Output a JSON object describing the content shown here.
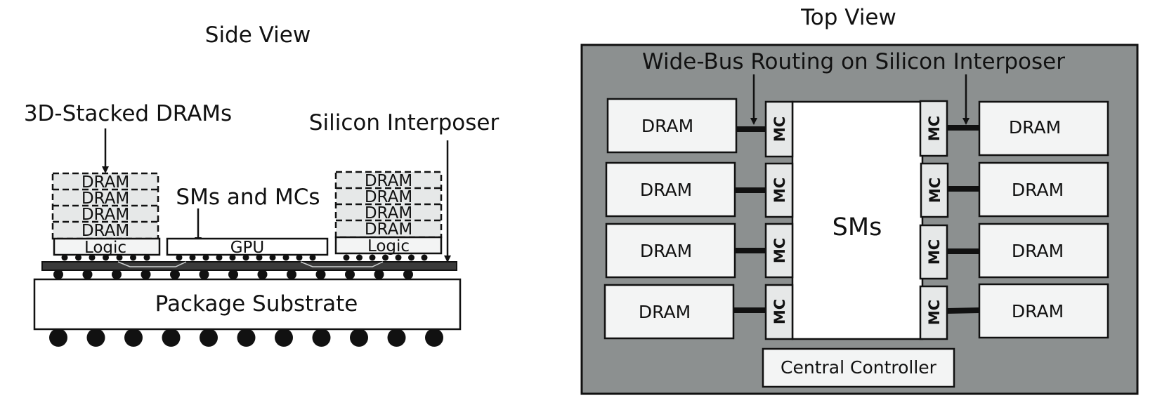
{
  "side_view": {
    "title": "Side View",
    "dram_stack_label": "3D-Stacked DRAMs",
    "interposer_label": "Silicon Interposer",
    "gpu_callout": "SMs and MCs",
    "dram_layer": "DRAM",
    "logic_label": "Logic",
    "gpu_label": "GPU",
    "substrate_label": "Package Substrate"
  },
  "top_view": {
    "title": "Top View",
    "routing_label": "Wide-Bus Routing on Silicon Interposer",
    "dram_label": "DRAM",
    "mc_label": "MC",
    "sms_label": "SMs",
    "controller_label": "Central Controller"
  },
  "colors": {
    "interposer_fill": "#8c9090",
    "dram_fill": "#e6e8e8",
    "box_fill": "#f3f4f4"
  }
}
